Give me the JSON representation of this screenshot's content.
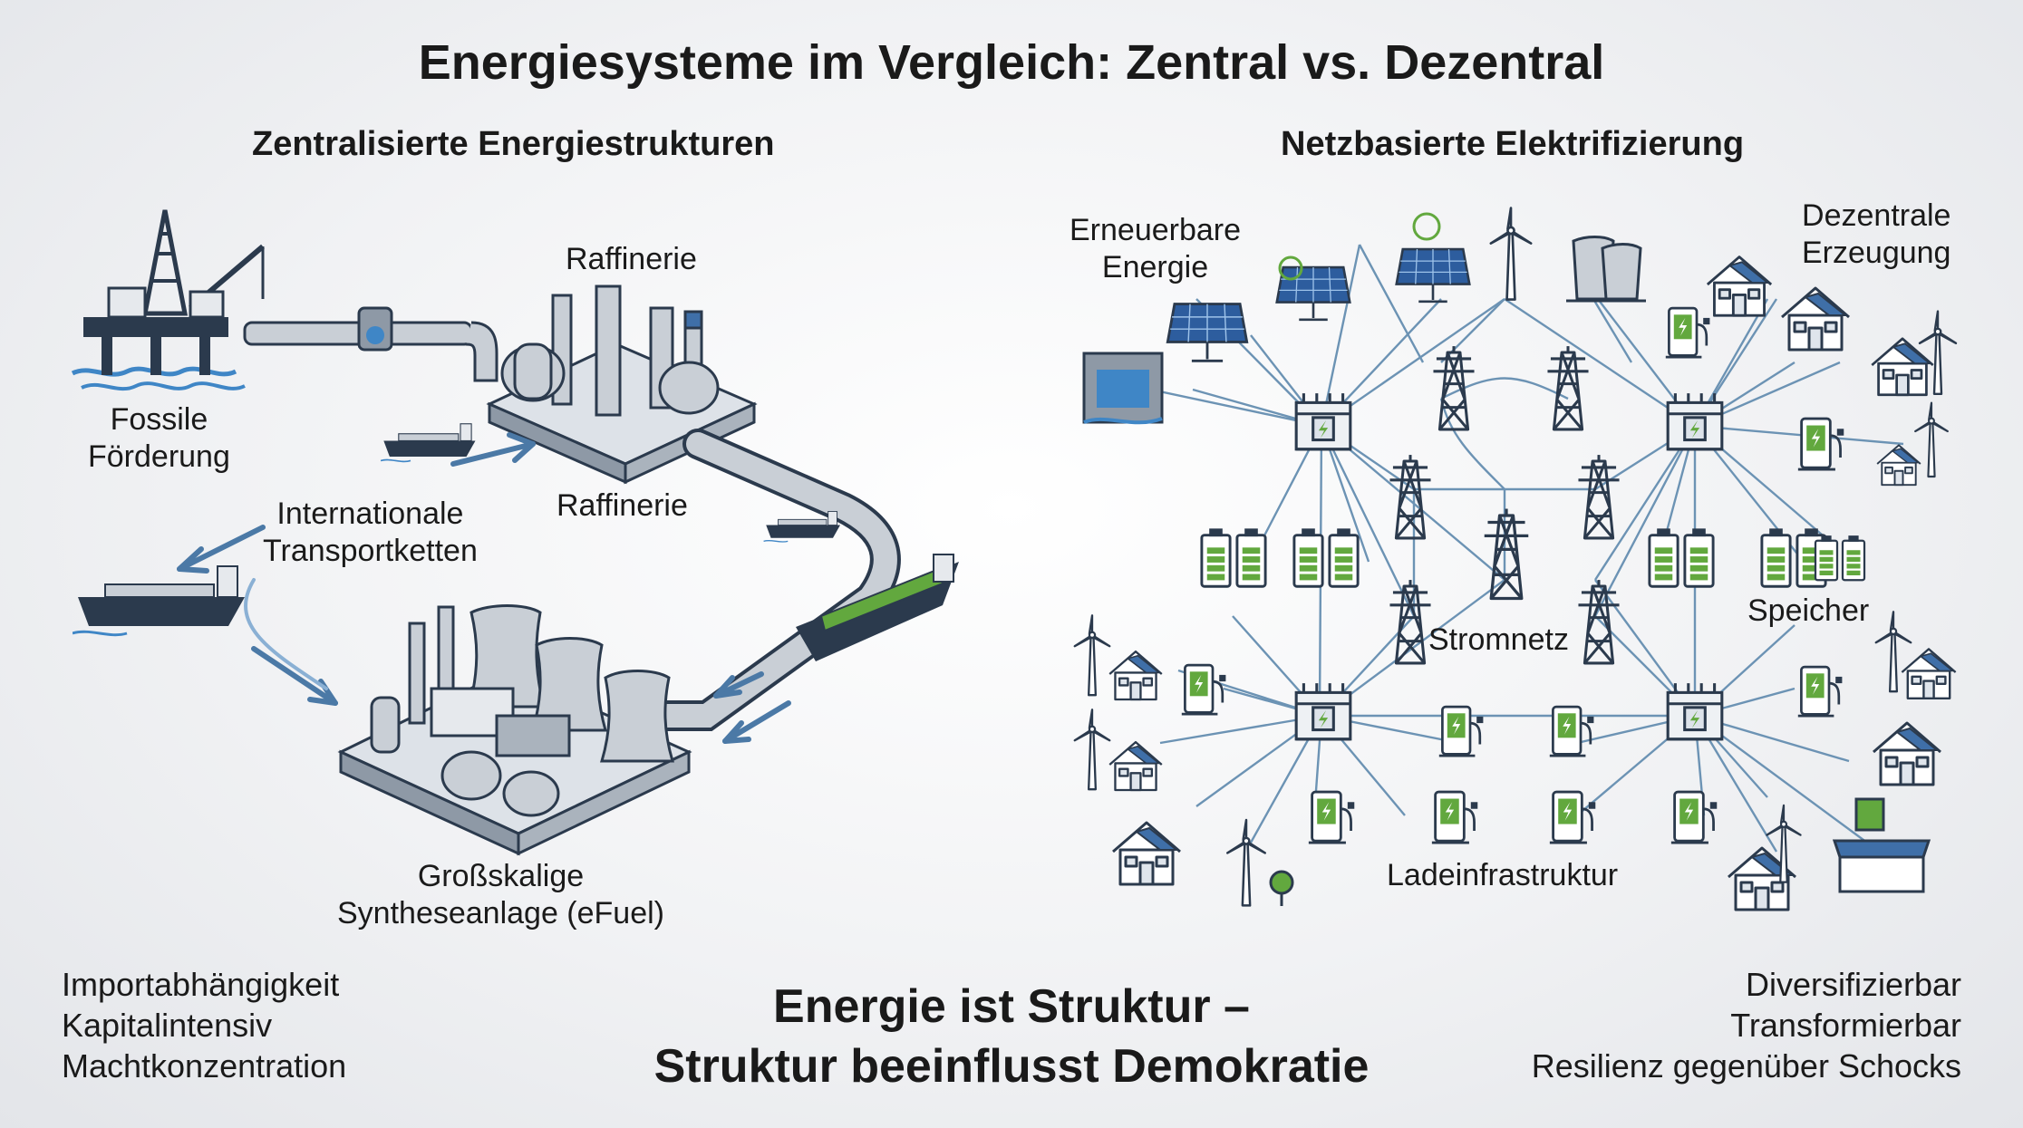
{
  "title": "Energiesysteme im Vergleich: Zentral vs. Dezentral",
  "left": {
    "heading": "Zentralisierte Energiestrukturen",
    "labels": {
      "fossile": "Fossile\nFörderung",
      "raffinerie_top": "Raffinerie",
      "raffinerie_mid": "Raffinerie",
      "transport": "Internationale\nTransportketten",
      "synthese": "Großskalige\nSyntheseanlage (eFuel)"
    },
    "points": [
      "Importabhängigkeit",
      "Kapitalintensiv",
      "Machtkonzentration"
    ]
  },
  "right": {
    "heading": "Netzbasierte Elektrifizierung",
    "labels": {
      "erneuerbare": "Erneuerbare\nEnergie",
      "dezentrale": "Dezentrale\nErzeugung",
      "speicher": "Speicher",
      "stromnetz": "Stromnetz",
      "lade": "Ladeinfrastruktur"
    },
    "points": [
      "Diversifizierbar",
      "Transformierbar",
      "Resilienz gegenüber Schocks"
    ]
  },
  "tagline": "Energie ist Struktur –\nStruktur beeinflusst Demokratie",
  "colors": {
    "navy": "#2b3a4d",
    "steel": "#8e99a6",
    "steel_light": "#c9cfd6",
    "water": "#3f86c6",
    "green": "#62a83e",
    "solar": "#2d5d9e",
    "line": "#6c93b4",
    "roof": "#3f6fa8"
  }
}
